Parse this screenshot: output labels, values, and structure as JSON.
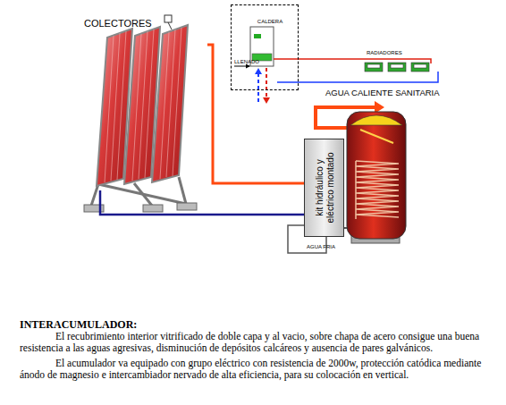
{
  "diagram": {
    "nodes": [
      {
        "text": [
          "COLECTORES"
        ]
      },
      {
        "text": [
          "CALDERA"
        ]
      },
      {
        "text": [
          "kit hidráulico y eléctrico montado"
        ]
      }
    ],
    "edges": [
      {
        "from": 0,
        "to": 2,
        "arrow": "none"
      },
      {
        "from": 0,
        "to": 2,
        "arrow": "none"
      }
    ],
    "labels": [
      "LLENADO",
      "RADIADORES",
      "AGUA CALIENTE SANITARIA",
      "AGUA FRIA",
      "INTERACUMULADOR:",
      "El recubrimiento interior vitrificado de doble capa y al vacio, sobre chapa de acero consigue una buena resistencia a las aguas agresivas, disminución de depósitos calcáreos y ausencia de pares galvánicos.",
      "El acumulador va equipado con grupo eléctrico con resistencia de 2000w, protección catódica mediante ánodo de magnesio e intercambiador nervado de alta eficiencia, para su colocación en vertical."
    ]
  }
}
